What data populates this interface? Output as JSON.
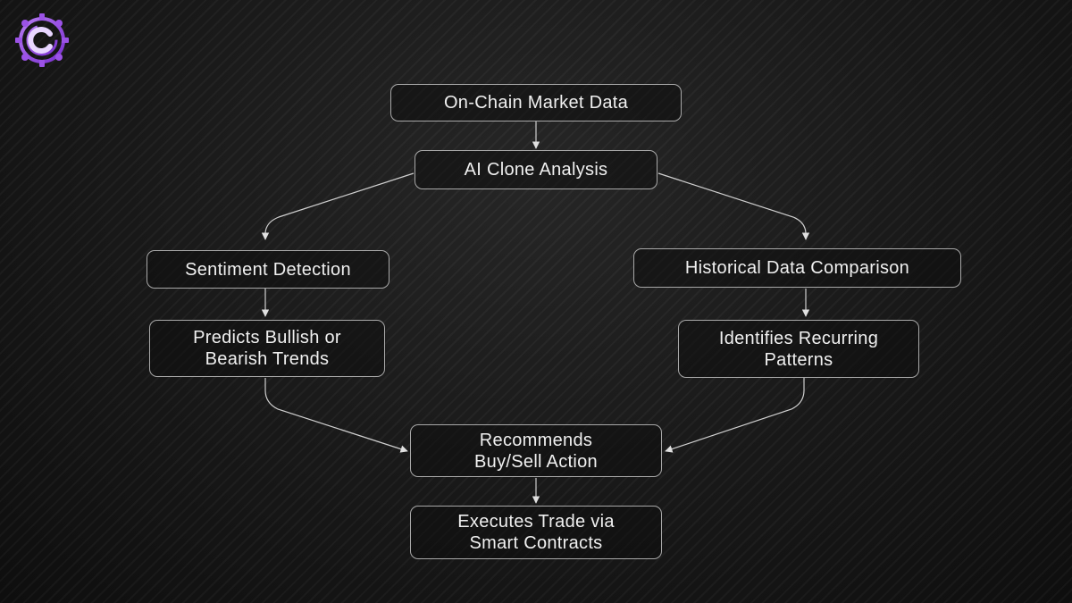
{
  "brand": {
    "logo_icon": "circuit-c-logo",
    "accent": "#8b3fd9",
    "accent_light": "#b57af0"
  },
  "diagram": {
    "line_color": "#d0d0d0",
    "node_border": "#a8a8a8",
    "nodes": {
      "on_chain_market_data": "On-Chain Market Data",
      "ai_clone_analysis": "AI Clone Analysis",
      "sentiment_detection": "Sentiment Detection",
      "historical_data_comparison": "Historical Data Comparison",
      "predicts_trends": {
        "line1": "Predicts Bullish or",
        "line2": "Bearish Trends"
      },
      "identifies_patterns": {
        "line1": "Identifies Recurring",
        "line2": "Patterns"
      },
      "recommends_action": {
        "line1": "Recommends",
        "line2": "Buy/Sell Action"
      },
      "executes_trade": {
        "line1": "Executes Trade via",
        "line2": "Smart Contracts"
      }
    },
    "edges": [
      [
        "on_chain_market_data",
        "ai_clone_analysis"
      ],
      [
        "ai_clone_analysis",
        "sentiment_detection"
      ],
      [
        "ai_clone_analysis",
        "historical_data_comparison"
      ],
      [
        "sentiment_detection",
        "predicts_trends"
      ],
      [
        "historical_data_comparison",
        "identifies_patterns"
      ],
      [
        "predicts_trends",
        "recommends_action"
      ],
      [
        "identifies_patterns",
        "recommends_action"
      ],
      [
        "recommends_action",
        "executes_trade"
      ]
    ]
  }
}
